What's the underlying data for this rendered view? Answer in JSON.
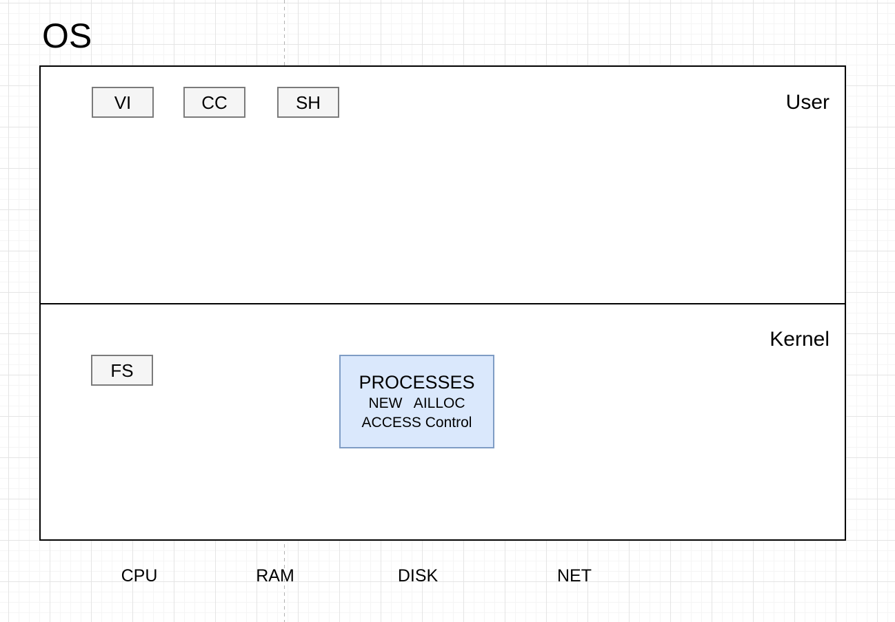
{
  "title": "OS",
  "sections": {
    "user": {
      "label": "User"
    },
    "kernel": {
      "label": "Kernel"
    }
  },
  "user_apps": [
    {
      "label": "VI"
    },
    {
      "label": "CC"
    },
    {
      "label": "SH"
    }
  ],
  "kernel_modules": [
    {
      "label": "FS"
    }
  ],
  "processes_box": {
    "title": "PROCESSES",
    "line1": "NEW   AILLOC",
    "line2": "ACCESS Control"
  },
  "hardware": [
    {
      "label": "CPU"
    },
    {
      "label": "RAM"
    },
    {
      "label": "DISK"
    },
    {
      "label": "NET"
    }
  ],
  "colors": {
    "box_fill": "#f5f5f5",
    "box_border": "#7a7a7a",
    "process_fill": "#dae8fc",
    "process_border": "#7e9cc4",
    "outline": "#000000",
    "grid_minor": "#f5f5f5",
    "grid_major": "#e4e4e4",
    "dashed_line": "#b0b0b0"
  }
}
